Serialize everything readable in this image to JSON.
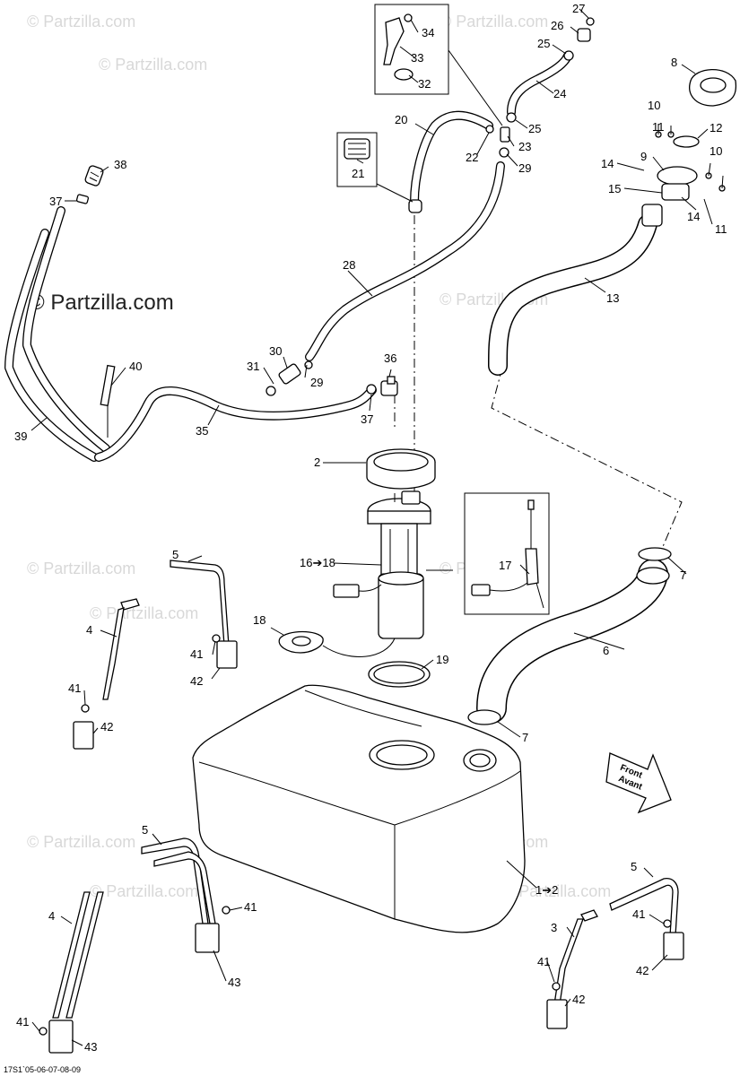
{
  "diagram": {
    "drawing_code": "17S1`05-06-07-08-09",
    "watermark": "© Partzilla.com",
    "direction_label_line1": "Front",
    "direction_label_line2": "Avant"
  },
  "callouts": [
    {
      "id": "c1",
      "text": "1"
    },
    {
      "id": "c2",
      "text": "2"
    },
    {
      "id": "c3",
      "text": "3"
    },
    {
      "id": "c4",
      "text": "4"
    },
    {
      "id": "c5",
      "text": "5"
    },
    {
      "id": "c6",
      "text": "6"
    },
    {
      "id": "c7",
      "text": "7"
    },
    {
      "id": "c8",
      "text": "8"
    },
    {
      "id": "c9",
      "text": "9"
    },
    {
      "id": "c10",
      "text": "10"
    },
    {
      "id": "c11",
      "text": "11"
    },
    {
      "id": "c12",
      "text": "12"
    },
    {
      "id": "c13",
      "text": "13"
    },
    {
      "id": "c14",
      "text": "14"
    },
    {
      "id": "c15",
      "text": "15"
    },
    {
      "id": "c16",
      "text": "16"
    },
    {
      "id": "c17",
      "text": "17"
    },
    {
      "id": "c18",
      "text": "18"
    },
    {
      "id": "c19",
      "text": "19"
    },
    {
      "id": "c20",
      "text": "20"
    },
    {
      "id": "c21",
      "text": "21"
    },
    {
      "id": "c22",
      "text": "22"
    },
    {
      "id": "c23",
      "text": "23"
    },
    {
      "id": "c24",
      "text": "24"
    },
    {
      "id": "c25",
      "text": "25"
    },
    {
      "id": "c26",
      "text": "26"
    },
    {
      "id": "c27",
      "text": "27"
    },
    {
      "id": "c28",
      "text": "28"
    },
    {
      "id": "c29",
      "text": "29"
    },
    {
      "id": "c30",
      "text": "30"
    },
    {
      "id": "c31",
      "text": "31"
    },
    {
      "id": "c32",
      "text": "32"
    },
    {
      "id": "c33",
      "text": "33"
    },
    {
      "id": "c34",
      "text": "34"
    },
    {
      "id": "c35",
      "text": "35"
    },
    {
      "id": "c36",
      "text": "36"
    },
    {
      "id": "c37",
      "text": "37"
    },
    {
      "id": "c38",
      "text": "38"
    },
    {
      "id": "c39",
      "text": "39"
    },
    {
      "id": "c40",
      "text": "40"
    },
    {
      "id": "c41",
      "text": "41"
    },
    {
      "id": "c42",
      "text": "42"
    },
    {
      "id": "c43",
      "text": "43"
    },
    {
      "id": "c16to18",
      "text": "16➔18"
    },
    {
      "id": "c1to2",
      "text": "1➔2"
    }
  ]
}
